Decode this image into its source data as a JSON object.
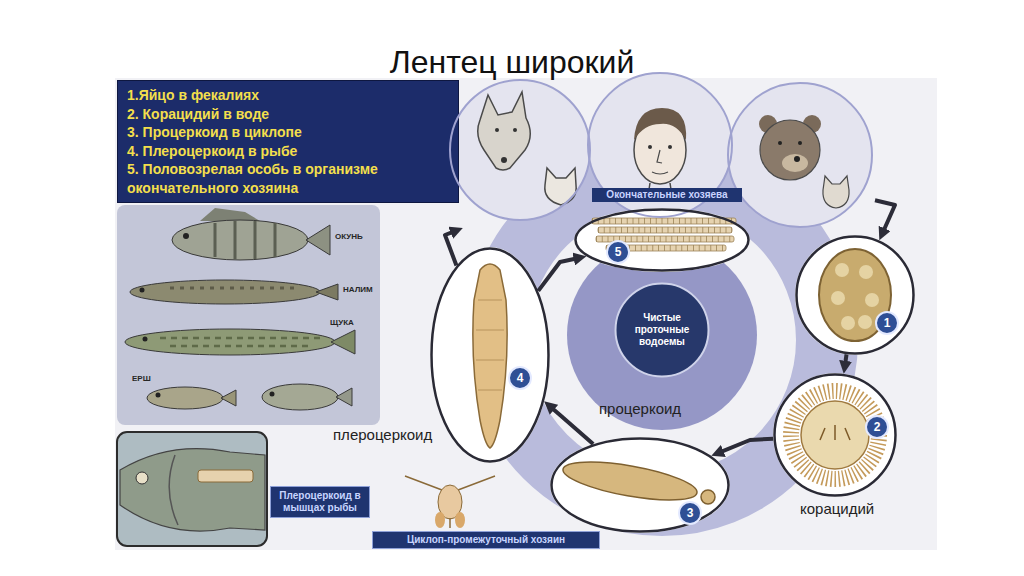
{
  "diagram": {
    "title": "Лентец широкий",
    "nodes": [
      {
        "text": [
          "1.Яйцо в фекалиях",
          "2. Корацидий в воде",
          "3. Процеркоид в циклопе",
          "4. Плероцеркоид в рыбе",
          "5. Половозрелая особь в организме окончательного хозяина"
        ]
      },
      {
        "text": [
          "Окончательные хозяева"
        ]
      },
      {
        "text": [
          "ОКУНЬ",
          "НАЛИМ",
          "ЩУКА",
          "ЕРШ"
        ]
      },
      {
        "text": [
          "5"
        ]
      },
      {
        "text": [
          "1"
        ]
      },
      {
        "text": [
          "Чистые проточные водоемы"
        ]
      },
      {
        "text": [
          "4"
        ]
      },
      {
        "text": [
          "2"
        ]
      },
      {
        "text": [
          "Плероцеркоид в мышцах рыбы"
        ]
      },
      {
        "text": [
          "3"
        ]
      },
      {
        "text": [
          "Циклоп-промежуточный хозяин"
        ]
      }
    ],
    "edges": [
      {
        "from": 1,
        "to": 4,
        "arrow": "to"
      },
      {
        "from": 4,
        "to": 7,
        "arrow": "to"
      },
      {
        "from": 7,
        "to": 9,
        "arrow": "to"
      },
      {
        "from": 9,
        "to": 6,
        "arrow": "to"
      },
      {
        "from": 6,
        "to": 3,
        "arrow": "to"
      },
      {
        "from": 6,
        "to": 1,
        "arrow": "to"
      }
    ],
    "labels": [
      "плероцеркоид",
      "процеркоид",
      "корацидий"
    ]
  }
}
